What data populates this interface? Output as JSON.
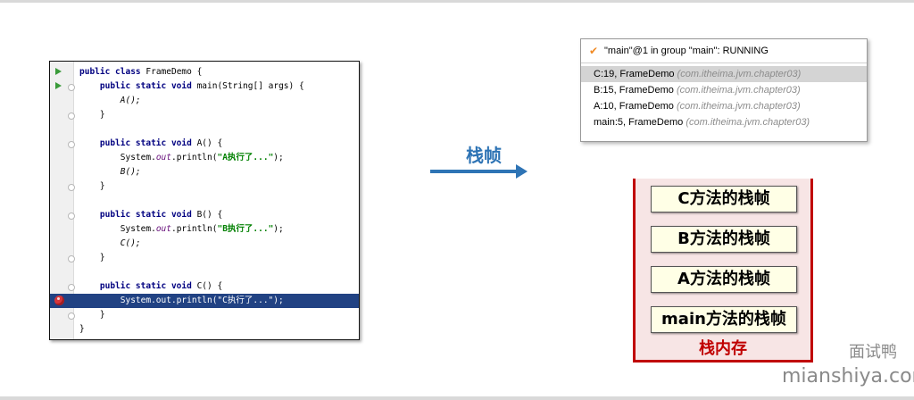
{
  "code": {
    "lines": {
      "l1": "FrameDemo {",
      "l2": "main(String[] args) {",
      "l3": "A();",
      "l4": "}",
      "l6": "A() {",
      "l7a": "System.",
      "l7b": "out",
      "l7c": ".println(",
      "l7d": "\"A执行了...\"",
      "l7e": ");",
      "l8": "B();",
      "l9": "}",
      "l11": "B() {",
      "l12a": "System.",
      "l12b": "out",
      "l12c": ".println(",
      "l12d": "\"B执行了...\"",
      "l12e": ");",
      "l13": "C();",
      "l14": "}",
      "l16": "C() {",
      "l17": "System.out.println(\"C执行了...\");",
      "l18": "}",
      "l19": "}"
    },
    "keywords": {
      "public_class": "public class",
      "public_static_void": "public static void"
    }
  },
  "arrow": {
    "label": "栈帧"
  },
  "debugger": {
    "thread": "\"main\"@1 in group \"main\": RUNNING",
    "frames": [
      {
        "method": "C:19, FrameDemo",
        "package": "(com.itheima.jvm.chapter03)"
      },
      {
        "method": "B:15, FrameDemo",
        "package": "(com.itheima.jvm.chapter03)"
      },
      {
        "method": "A:10, FrameDemo",
        "package": "(com.itheima.jvm.chapter03)"
      },
      {
        "method": "main:5, FrameDemo",
        "package": "(com.itheima.jvm.chapter03)"
      }
    ]
  },
  "stack": {
    "frames": [
      "C方法的栈帧",
      "B方法的栈帧",
      "A方法的栈帧",
      "main方法的栈帧"
    ],
    "label": "栈内存"
  },
  "watermark": {
    "line1": "面试鸭",
    "line2": "mianshiya.com"
  },
  "colors": {
    "accent_blue": "#2e74b5",
    "stack_red": "#c00000",
    "highlight": "#214283"
  }
}
